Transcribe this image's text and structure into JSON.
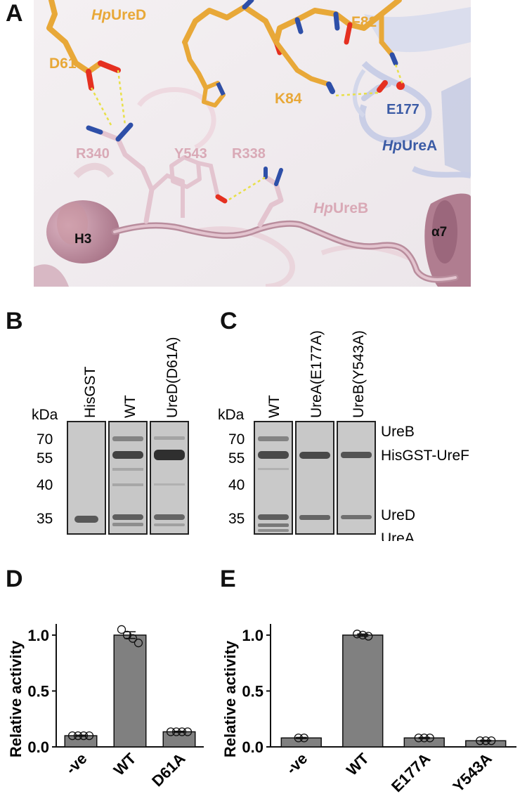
{
  "panels": {
    "a": "A",
    "b": "B",
    "c": "C",
    "d": "D",
    "e": "E"
  },
  "structure": {
    "labels": {
      "hpured": "HpUreD",
      "hpured_italic": "Hp",
      "hpured_rest": "UreD",
      "d61": "D61",
      "f82": "F82",
      "k84": "K84",
      "e177": "E177",
      "hpurea_italic": "Hp",
      "hpurea_rest": "UreA",
      "r340": "R340",
      "y543": "Y543",
      "r338": "R338",
      "hpureb_italic": "Hp",
      "hpureb_rest": "UreB",
      "h3": "H3",
      "a7": "α7"
    },
    "colors": {
      "ured": "#E8A838",
      "urea": "#3B5BA5",
      "ureb": "#D9A9B6",
      "nitrogen": "#2E4FA8",
      "oxygen": "#E53020",
      "hbond": "#E8E04A"
    }
  },
  "gel_b": {
    "kda": "kDa",
    "markers": [
      "70",
      "55",
      "40",
      "35"
    ],
    "lanes": [
      "HisGST",
      "WT",
      "UreD(D61A)"
    ]
  },
  "gel_c": {
    "kda": "kDa",
    "markers": [
      "70",
      "55",
      "40",
      "35"
    ],
    "lanes": [
      "WT",
      "UreA(E177A)",
      "UreB(Y543A)"
    ],
    "band_labels": [
      "UreB",
      "HisGST-UreF",
      "UreD",
      "UreA"
    ]
  },
  "chart_data": [
    {
      "type": "bar",
      "panel": "D",
      "categories": [
        "-ve",
        "WT",
        "D61A"
      ],
      "values": [
        0.1,
        1.0,
        0.135
      ],
      "errors": [
        0.005,
        0.03,
        0.005
      ],
      "points": [
        [
          0.1,
          0.1,
          0.1,
          0.1
        ],
        [
          1.05,
          1.0,
          0.97,
          0.93
        ],
        [
          0.135,
          0.135,
          0.135,
          0.135
        ]
      ],
      "ylabel": "Relative activity",
      "ylim": [
        0,
        1.1
      ],
      "yticks": [
        "0.0",
        "0.5",
        "1.0"
      ],
      "bar_color": "#808080"
    },
    {
      "type": "bar",
      "panel": "E",
      "categories": [
        "-ve",
        "WT",
        "E177A",
        "Y543A"
      ],
      "values": [
        0.08,
        1.0,
        0.08,
        0.055
      ],
      "errors": [
        0.005,
        0.01,
        0.005,
        0.005
      ],
      "points": [
        [
          0.08,
          0.08
        ],
        [
          1.01,
          1.0,
          0.99
        ],
        [
          0.08,
          0.08,
          0.08
        ],
        [
          0.055,
          0.055,
          0.055
        ]
      ],
      "ylabel": "Relative activity",
      "ylim": [
        0,
        1.1
      ],
      "yticks": [
        "0.0",
        "0.5",
        "1.0"
      ],
      "bar_color": "#808080"
    }
  ]
}
